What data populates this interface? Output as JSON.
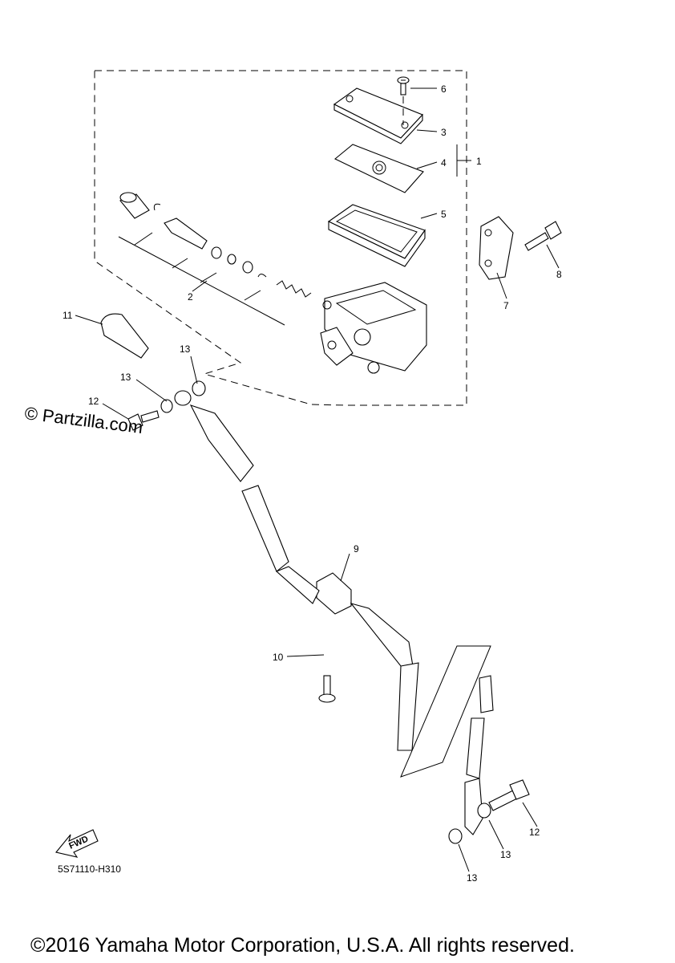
{
  "watermark": "© Partzilla.com",
  "diagram_code": "5S71110-H310",
  "copyright": "©2016 Yamaha Motor Corporation, U.S.A. All rights reserved.",
  "fwd_label": "FWD",
  "callouts": {
    "c1": "1",
    "c2": "2",
    "c3": "3",
    "c4": "4",
    "c5": "5",
    "c6": "6",
    "c7": "7",
    "c8": "8",
    "c9": "9",
    "c10": "10",
    "c11": "11",
    "c12a": "12",
    "c12b": "12",
    "c13a": "13",
    "c13b": "13",
    "c13c": "13",
    "c13d": "13"
  }
}
